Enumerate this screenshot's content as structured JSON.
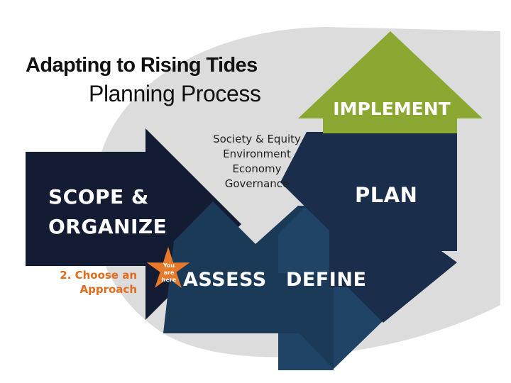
{
  "title": {
    "main": "Adapting to Rising Tides",
    "sub": "Planning Process"
  },
  "criteria": [
    "Society & Equity",
    "Environment",
    "Economy",
    "Governance"
  ],
  "steps": {
    "scope": {
      "line1": "SCOPE &",
      "line2": "ORGANIZE"
    },
    "assess": "ASSESS",
    "define": "DEFINE",
    "plan": "PLAN",
    "implement": "IMPLEMENT"
  },
  "marker": {
    "icon": "star-icon",
    "lines": [
      "You",
      "are",
      "here"
    ]
  },
  "callout": {
    "line1": "2. Choose an",
    "line2": "Approach"
  },
  "colors": {
    "background_shape": "#dcdcdc",
    "scope": "#141c33",
    "assess": "#1b3a57",
    "define": "#1f4466",
    "plan": "#1a2d4a",
    "implement": "#8ba833",
    "star": "#e8792a",
    "callout": "#e36c1c"
  }
}
